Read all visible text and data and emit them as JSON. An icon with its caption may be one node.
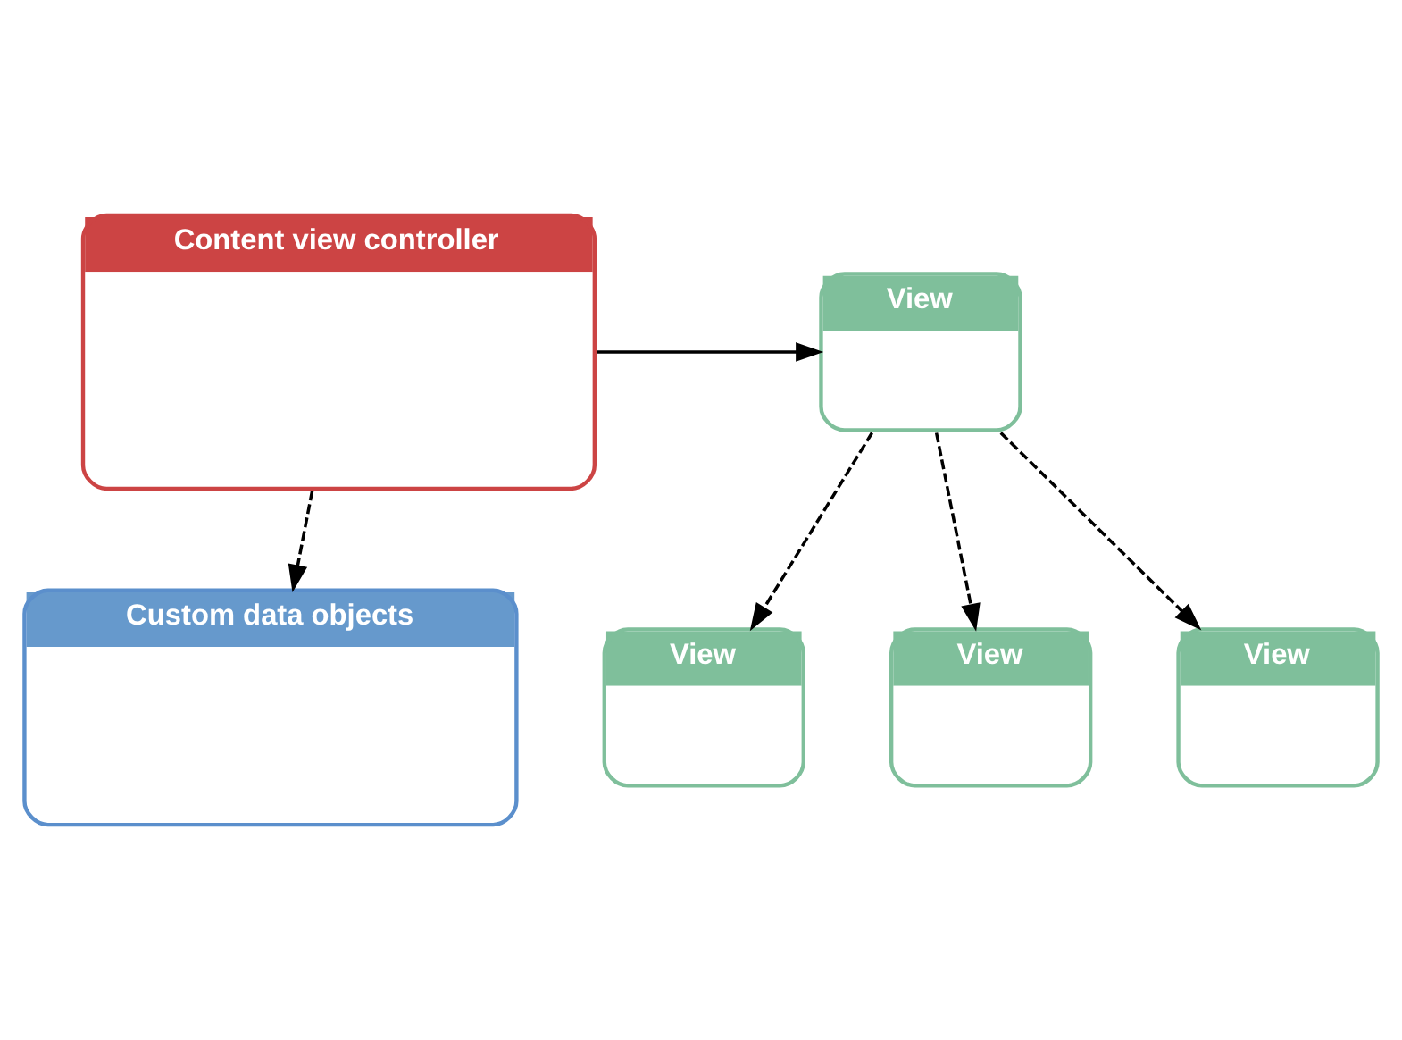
{
  "diagram": {
    "nodes": [
      {
        "text": [
          "Content view controller"
        ]
      },
      {
        "text": [
          "Custom data objects"
        ]
      },
      {
        "text": [
          "View"
        ]
      },
      {
        "text": [
          "View"
        ]
      },
      {
        "text": [
          "View"
        ]
      },
      {
        "text": [
          "View"
        ]
      }
    ],
    "edges": [
      {
        "from": 0,
        "to": 2,
        "arrow": "to"
      },
      {
        "from": 0,
        "to": 1,
        "arrow": "to",
        "style": "dashed"
      },
      {
        "from": 2,
        "to": 3,
        "arrow": "to",
        "style": "dashed"
      },
      {
        "from": 2,
        "to": 4,
        "arrow": "to",
        "style": "dashed"
      },
      {
        "from": 2,
        "to": 5,
        "arrow": "to",
        "style": "dashed"
      }
    ]
  }
}
